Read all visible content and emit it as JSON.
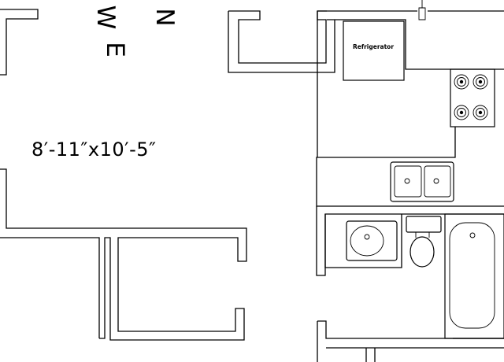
{
  "room_dimension": "8′-11″x10′-5″",
  "appliances": {
    "refrigerator": "Refrigerator"
  },
  "compass": {
    "north": "N",
    "west": "W",
    "east": "E"
  }
}
